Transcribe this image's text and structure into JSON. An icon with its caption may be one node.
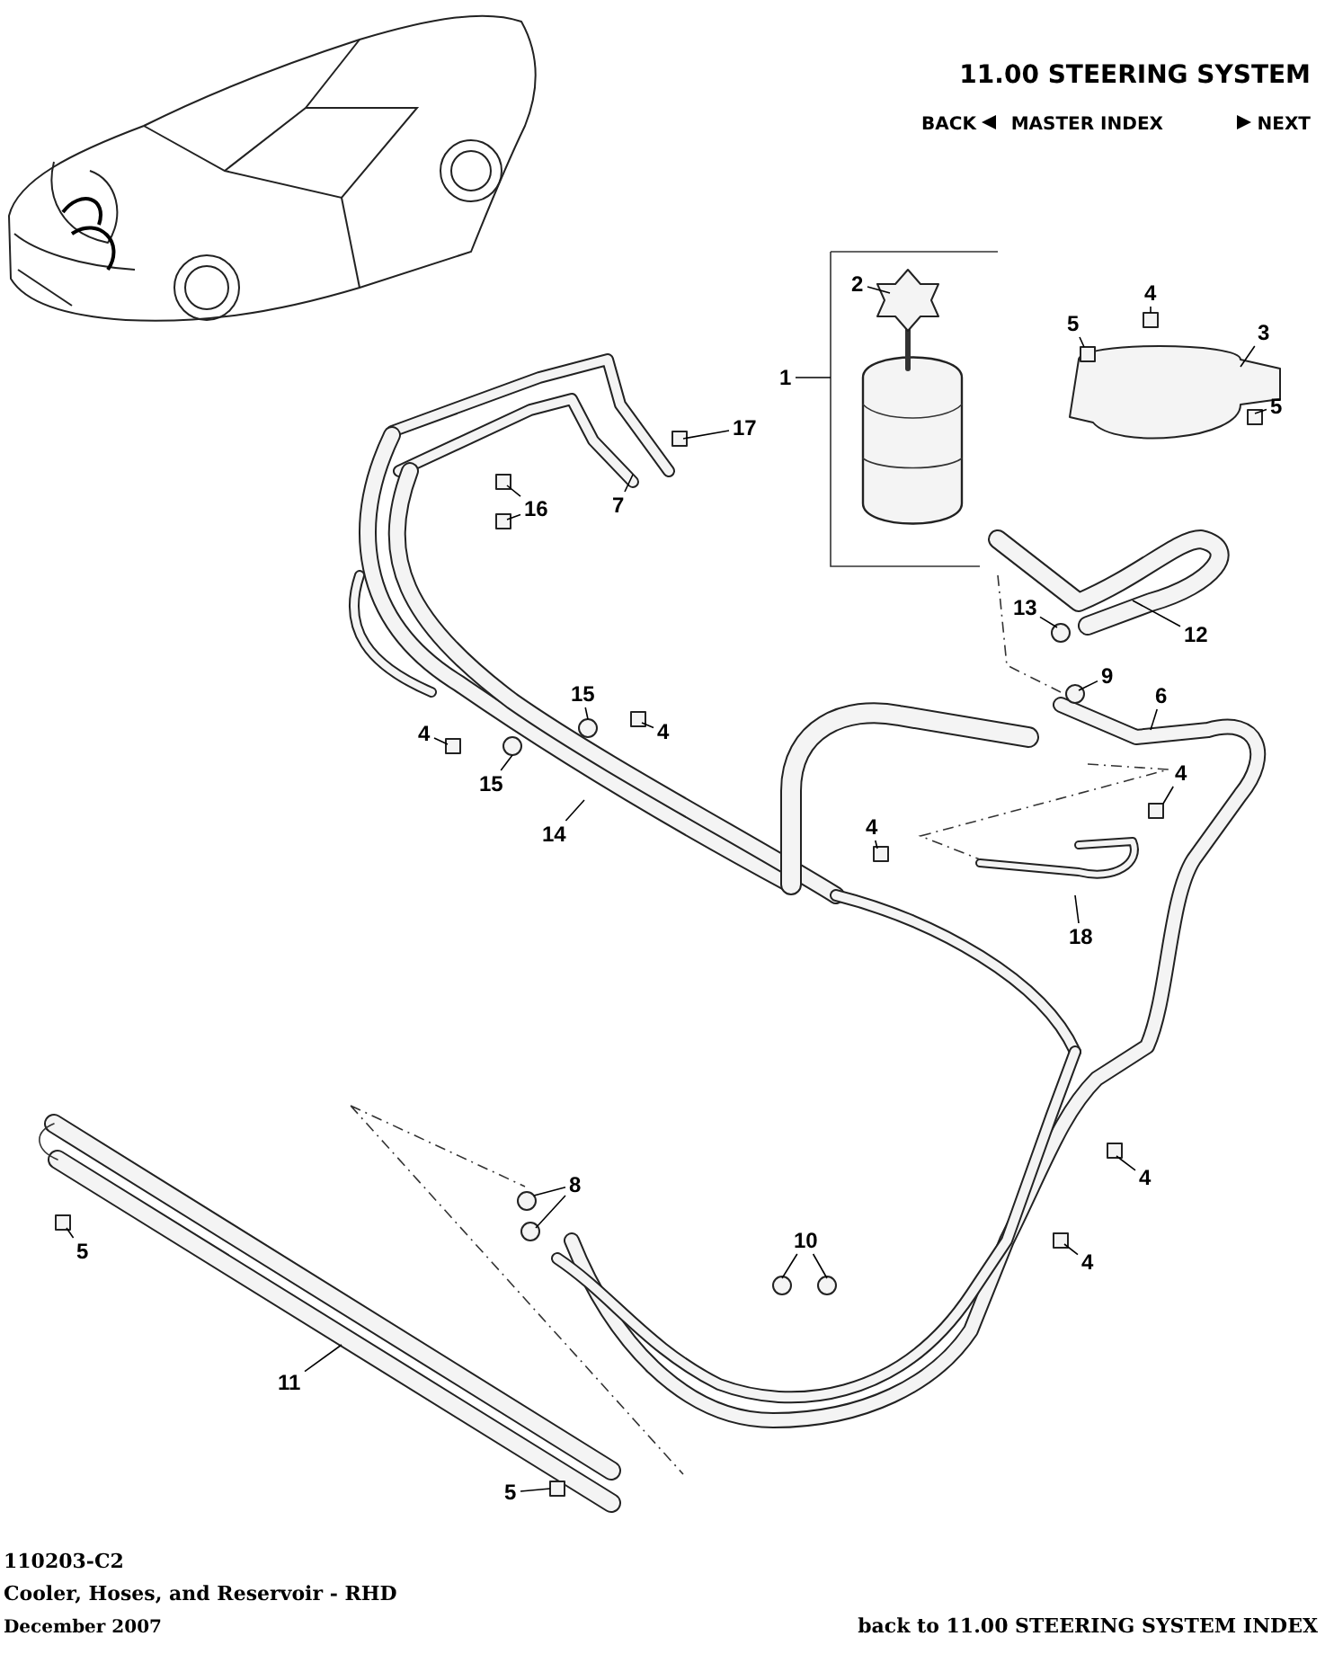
{
  "diagram": {
    "nodes": [
      {
        "text": [
          "2"
        ]
      },
      {
        "text": [
          "4"
        ]
      },
      {
        "text": [
          "5"
        ]
      },
      {
        "text": [
          "3"
        ]
      },
      {
        "text": [
          "1"
        ]
      },
      {
        "text": [
          "17"
        ]
      },
      {
        "text": [
          "5"
        ]
      },
      {
        "text": [
          "16"
        ]
      },
      {
        "text": [
          "7"
        ]
      },
      {
        "text": [
          "13"
        ]
      },
      {
        "text": [
          "12"
        ]
      },
      {
        "text": [
          "9"
        ]
      },
      {
        "text": [
          "6"
        ]
      },
      {
        "text": [
          "15"
        ]
      },
      {
        "text": [
          "4"
        ]
      },
      {
        "text": [
          "4"
        ]
      },
      {
        "text": [
          "15"
        ]
      },
      {
        "text": [
          "4"
        ]
      },
      {
        "text": [
          "14"
        ]
      },
      {
        "text": [
          "4"
        ]
      },
      {
        "text": [
          "18"
        ]
      },
      {
        "text": [
          "8"
        ]
      },
      {
        "text": [
          "4"
        ]
      },
      {
        "text": [
          "10"
        ]
      },
      {
        "text": [
          "5"
        ]
      },
      {
        "text": [
          "4"
        ]
      },
      {
        "text": [
          "11"
        ]
      },
      {
        "text": [
          "5"
        ]
      }
    ],
    "edges": [
      {
        "from": 0,
        "to": null,
        "arrow": "none"
      },
      {
        "from": 1,
        "to": null,
        "arrow": "none"
      },
      {
        "from": 2,
        "to": null,
        "arrow": "none"
      },
      {
        "from": 3,
        "to": null,
        "arrow": "none"
      },
      {
        "from": 4,
        "to": null,
        "arrow": "none"
      },
      {
        "from": 5,
        "to": null,
        "arrow": "none"
      },
      {
        "from": 6,
        "to": null,
        "arrow": "none"
      },
      {
        "from": 7,
        "to": null,
        "arrow": "none"
      },
      {
        "from": 7,
        "to": null,
        "arrow": "none"
      },
      {
        "from": 8,
        "to": null,
        "arrow": "none"
      },
      {
        "from": 9,
        "to": null,
        "arrow": "none"
      },
      {
        "from": 10,
        "to": null,
        "arrow": "none"
      },
      {
        "from": 11,
        "to": null,
        "arrow": "none"
      },
      {
        "from": 12,
        "to": null,
        "arrow": "none"
      },
      {
        "from": 13,
        "to": null,
        "arrow": "none"
      },
      {
        "from": 14,
        "to": null,
        "arrow": "none"
      },
      {
        "from": 15,
        "to": null,
        "arrow": "none"
      },
      {
        "from": 16,
        "to": null,
        "arrow": "none"
      },
      {
        "from": 17,
        "to": null,
        "arrow": "none"
      },
      {
        "from": 18,
        "to": null,
        "arrow": "none"
      },
      {
        "from": 19,
        "to": null,
        "arrow": "none"
      },
      {
        "from": 20,
        "to": null,
        "arrow": "none"
      },
      {
        "from": 21,
        "to": null,
        "arrow": "none"
      },
      {
        "from": 21,
        "to": null,
        "arrow": "none"
      },
      {
        "from": 22,
        "to": null,
        "arrow": "none"
      },
      {
        "from": 23,
        "to": null,
        "arrow": "none"
      },
      {
        "from": 23,
        "to": null,
        "arrow": "none"
      },
      {
        "from": 24,
        "to": null,
        "arrow": "none"
      },
      {
        "from": 25,
        "to": null,
        "arrow": "none"
      },
      {
        "from": 26,
        "to": null,
        "arrow": "none"
      },
      {
        "from": 27,
        "to": null,
        "arrow": "none"
      }
    ],
    "labels": [
      "11.00 STEERING SYSTEM",
      "BACK",
      "MASTER INDEX",
      "NEXT",
      "110203-C2",
      "Cooler, Hoses, and Reservoir - RHD",
      "December 2007",
      "back to 11.00 STEERING SYSTEM INDEX"
    ]
  }
}
